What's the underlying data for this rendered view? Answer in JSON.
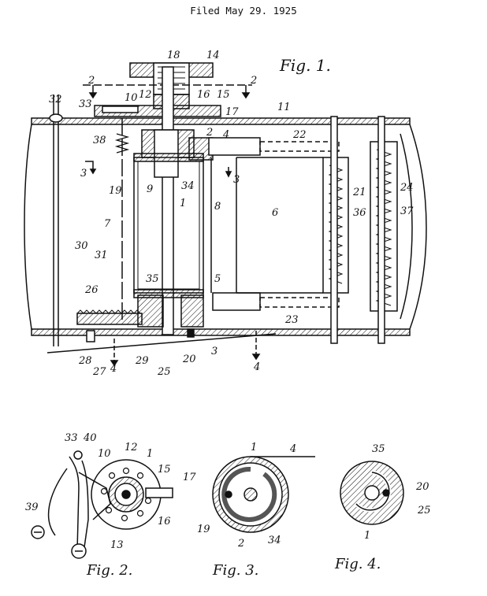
{
  "header": {
    "filed": "Filed May 29. 1925"
  },
  "fig1": {
    "caption": "Fig. 1.",
    "labels": [
      "18",
      "14",
      "2",
      "2",
      "12",
      "10",
      "16",
      "15",
      "17",
      "32",
      "33",
      "11",
      "2",
      "4",
      "22",
      "38",
      "3",
      "19",
      "9",
      "34",
      "3",
      "7",
      "1",
      "8",
      "6",
      "21",
      "36",
      "24",
      "37",
      "30",
      "31",
      "26",
      "35",
      "5",
      "23",
      "28",
      "27",
      "4",
      "29",
      "25",
      "20",
      "3",
      "4"
    ]
  },
  "fig2": {
    "caption": "Fig. 2.",
    "labels": [
      "33",
      "40",
      "10",
      "12",
      "1",
      "15",
      "17",
      "39",
      "16",
      "13"
    ]
  },
  "fig3": {
    "caption": "Fig. 3.",
    "labels": [
      "1",
      "4",
      "19",
      "2",
      "34"
    ]
  },
  "fig4": {
    "caption": "Fig. 4.",
    "labels": [
      "35",
      "20",
      "25",
      "1"
    ]
  }
}
